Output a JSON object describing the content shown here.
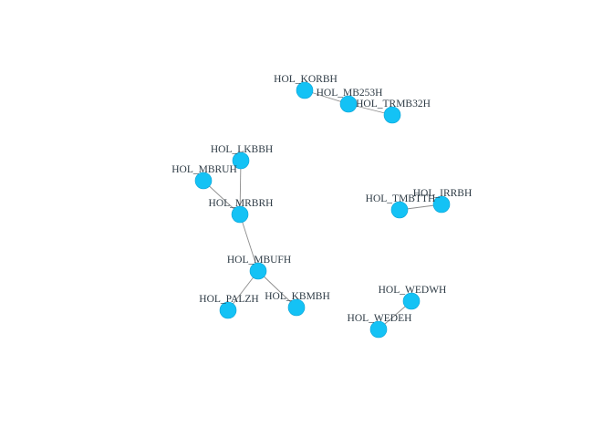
{
  "style": {
    "node_color": "#14c2f5",
    "node_border_color": "#0aa3d6",
    "edge_color": "#8c8c8c",
    "label_color": "#2d3a44"
  },
  "nodes": [
    {
      "id": "HOL_KORBH",
      "label": "HOL_KORBH"
    },
    {
      "id": "HOL_MB253H",
      "label": "HOL_MB253H"
    },
    {
      "id": "HOL_TRMB32H",
      "label": "HOL_TRMB32H"
    },
    {
      "id": "HOL_LKBBH",
      "label": "HOL_LKBBH"
    },
    {
      "id": "HOL_MBRUH",
      "label": "HOL_MBRUH"
    },
    {
      "id": "HOL_MRBRH",
      "label": "HOL_MRBRH"
    },
    {
      "id": "HOL_MBUFH",
      "label": "HOL_MBUFH"
    },
    {
      "id": "HOL_PALZH",
      "label": "HOL_PALZH"
    },
    {
      "id": "HOL_KBMBH",
      "label": "HOL_KBMBH"
    },
    {
      "id": "HOL_TMBTTH",
      "label": "HOL_TMBTTH"
    },
    {
      "id": "HOL_IRRBH",
      "label": "HOL_IRRBH"
    },
    {
      "id": "HOL_WEDWH",
      "label": "HOL_WEDWH"
    },
    {
      "id": "HOL_WEDEH",
      "label": "HOL_WEDEH"
    }
  ],
  "edges": [
    [
      "HOL_KORBH",
      "HOL_MB253H"
    ],
    [
      "HOL_MB253H",
      "HOL_TRMB32H"
    ],
    [
      "HOL_LKBBH",
      "HOL_MRBRH"
    ],
    [
      "HOL_MBRUH",
      "HOL_MRBRH"
    ],
    [
      "HOL_MRBRH",
      "HOL_MBUFH"
    ],
    [
      "HOL_MBUFH",
      "HOL_PALZH"
    ],
    [
      "HOL_MBUFH",
      "HOL_KBMBH"
    ],
    [
      "HOL_TMBTTH",
      "HOL_IRRBH"
    ],
    [
      "HOL_WEDWH",
      "HOL_WEDEH"
    ]
  ]
}
